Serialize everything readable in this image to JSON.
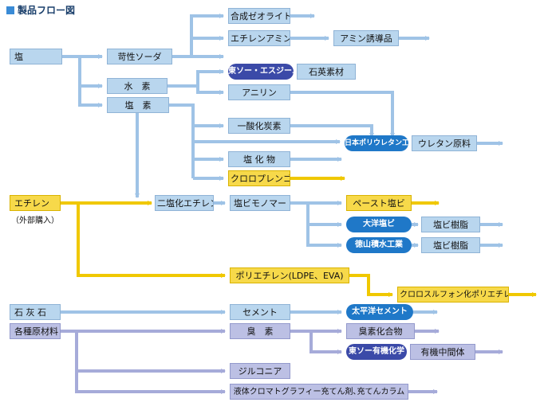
{
  "title": "製品フロー図",
  "raw": {
    "salt": "塩",
    "ethylene": "エチレン",
    "ethylene_note": "（外部購入）",
    "limestone": "石 灰 石",
    "misc": "各種原材料"
  },
  "inter": {
    "soda": "苛性ソーダ",
    "hydrogen": "水　素",
    "chlorine": "塩　素",
    "edc": "二塩化エチレン",
    "vcm": "塩ビモノマー",
    "pe": "ポリエチレン(LDPE、EVA)",
    "cement": "セメント",
    "bromine": "臭　素"
  },
  "products": {
    "zeolite": "合成ゼオライト",
    "ethyleneamine": "エチレンアミン",
    "amine_deriv": "アミン誘導品",
    "quartz": "石英素材",
    "aniline": "アニリン",
    "co": "一酸化炭素",
    "urethane": "ウレタン原料",
    "chloride": "塩 化 物",
    "chloroprene": "クロロプレンゴム",
    "paste_pvc": "ペースト塩ビ",
    "pvc1": "塩ビ樹脂",
    "pvc2": "塩ビ樹脂",
    "cspe": "クロロスルフォン化ポリエチレン",
    "bromide": "臭素化合物",
    "organic_inter": "有機中間体",
    "zirconia": "ジルコニア",
    "lc_packing": "液体クロマトグラフィー充てん剤､充てんカラム"
  },
  "companies": {
    "tosoh_sgm": "東ソー・エスジーエム",
    "nippon_pu": "日本ポリウレタン工業",
    "taiyo_pvc": "大洋塩ビ",
    "tokuyama_sekisui": "徳山積水工業",
    "taiheiyo_cement": "太平洋セメント",
    "tosoh_organic": "東ソー有機化学"
  },
  "colors": {
    "blue_flow": "#9fc3e6",
    "blue_box": "#b9d6ee",
    "yellow_flow": "#f0c800",
    "yellow_box": "#f7d94a",
    "purple_flow": "#a6abd9",
    "purple_box": "#bcc0e4",
    "oval": "#1f78c8",
    "oval_dark": "#3b4aa8",
    "title_square": "#3a8bd6"
  }
}
